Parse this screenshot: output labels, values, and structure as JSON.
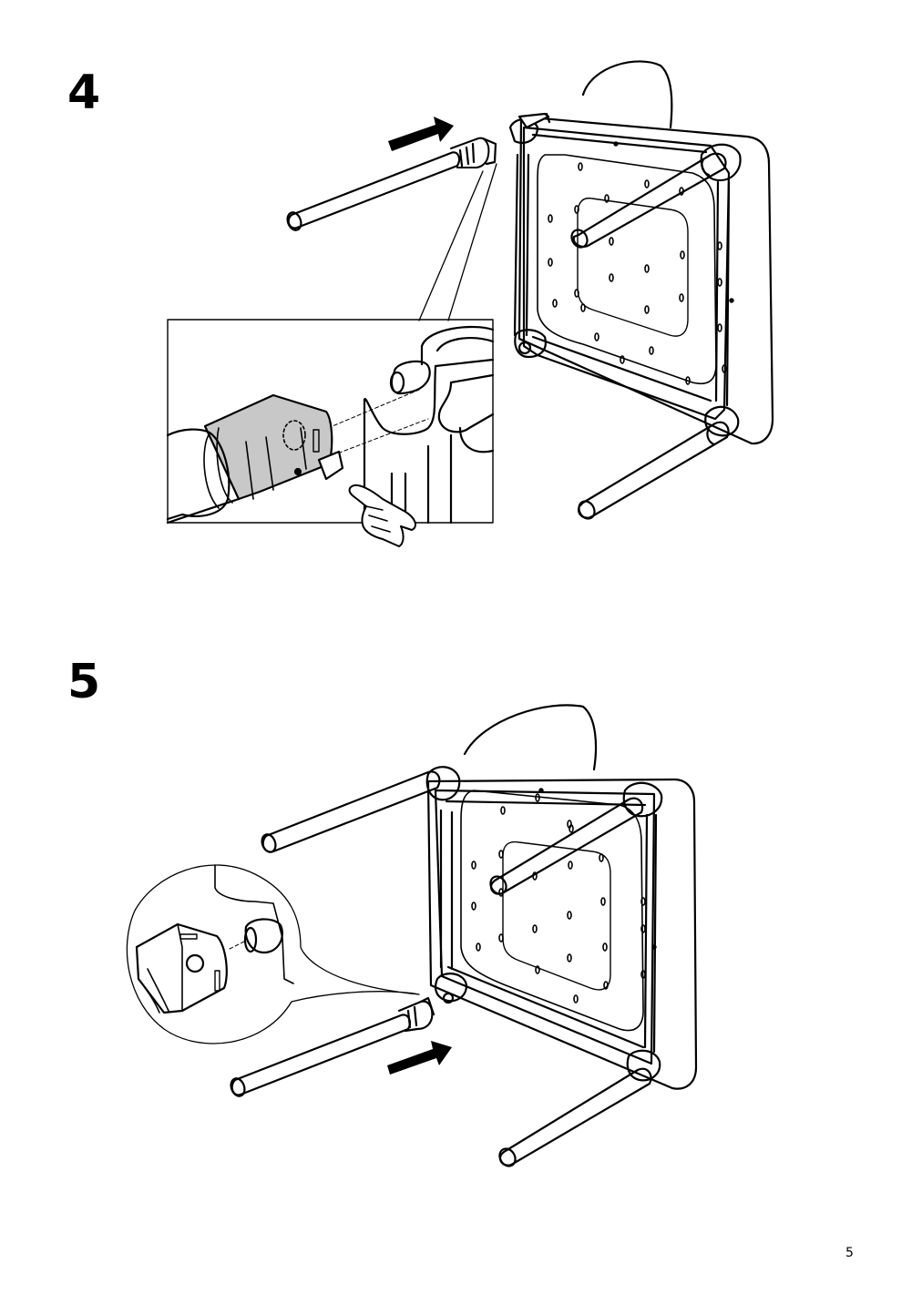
{
  "steps": [
    {
      "number": "4",
      "description_icon": "insert-front-leg-diagram",
      "callout": "press-clip-zoom"
    },
    {
      "number": "5",
      "description_icon": "insert-back-leg-diagram",
      "callout": "peg-alignment-zoom"
    }
  ],
  "page_number": "5",
  "colors": {
    "line": "#000000",
    "connector_fill": "#c8c8c8",
    "background": "#ffffff"
  }
}
